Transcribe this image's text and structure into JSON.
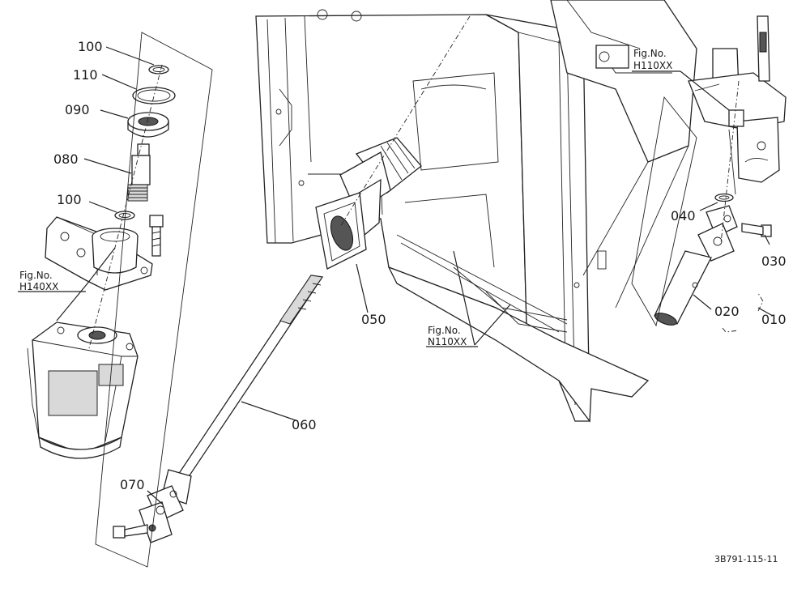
{
  "diagram": {
    "part_labels": {
      "p100_top": "100",
      "p110": "110",
      "p090": "090",
      "p080": "080",
      "p100_mid": "100",
      "p050": "050",
      "p060": "060",
      "p070": "070",
      "p040": "040",
      "p030": "030",
      "p020": "020",
      "p010": "010"
    },
    "figure_refs": {
      "h110": {
        "title": "Fig.No.",
        "code": "H110XX"
      },
      "h140": {
        "title": "Fig.No.",
        "code": "H140XX"
      },
      "n110": {
        "title": "Fig.No.",
        "code": "N110XX"
      }
    },
    "drawing_code": "3B791-115-11"
  }
}
